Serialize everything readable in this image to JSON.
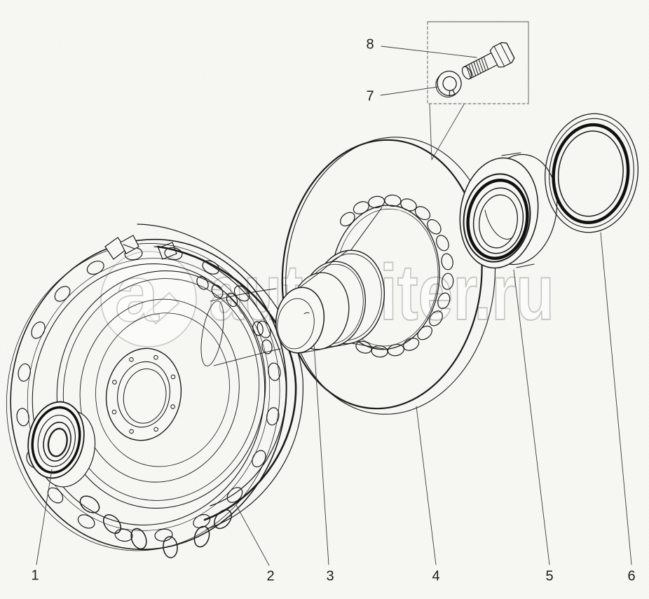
{
  "diagram": {
    "title_hint": "exploded-parts-drawing",
    "line_color": "#1c1c1c",
    "background": "#f7f7f4",
    "watermark": {
      "text": "autopiter.ru",
      "logo_letter": "a",
      "color": "#c9c9c9"
    },
    "callouts": [
      {
        "id": "1",
        "text": "1"
      },
      {
        "id": "2",
        "text": "2"
      },
      {
        "id": "3",
        "text": "3"
      },
      {
        "id": "4",
        "text": "4"
      },
      {
        "id": "5",
        "text": "5"
      },
      {
        "id": "6",
        "text": "6"
      },
      {
        "id": "7",
        "text": "7"
      },
      {
        "id": "8",
        "text": "8"
      }
    ]
  }
}
